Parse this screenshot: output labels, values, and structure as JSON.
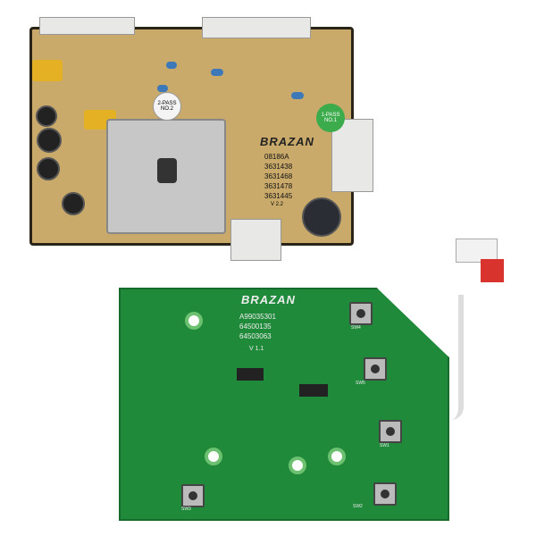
{
  "power_board": {
    "brand": "BRAZAN",
    "part_numbers": [
      "08186A",
      "3631438",
      "3631468",
      "3631478",
      "3631445"
    ],
    "version": "V 2.2",
    "sticker_left": [
      "2-PASS",
      "NO.2"
    ],
    "sticker_right": [
      "1-PASS",
      "NO.1"
    ]
  },
  "control_board": {
    "brand": "BRAZAN",
    "part_numbers": [
      "A99035301",
      "64500135",
      "64503063"
    ],
    "version": "V 1.1",
    "switch_labels": [
      "SW1",
      "SW2",
      "SW3",
      "SW4",
      "SW5"
    ]
  },
  "colors": {
    "power_board": "#c9aa6b",
    "control_board": "#1f8a3a",
    "connector_red": "#d8332c"
  }
}
